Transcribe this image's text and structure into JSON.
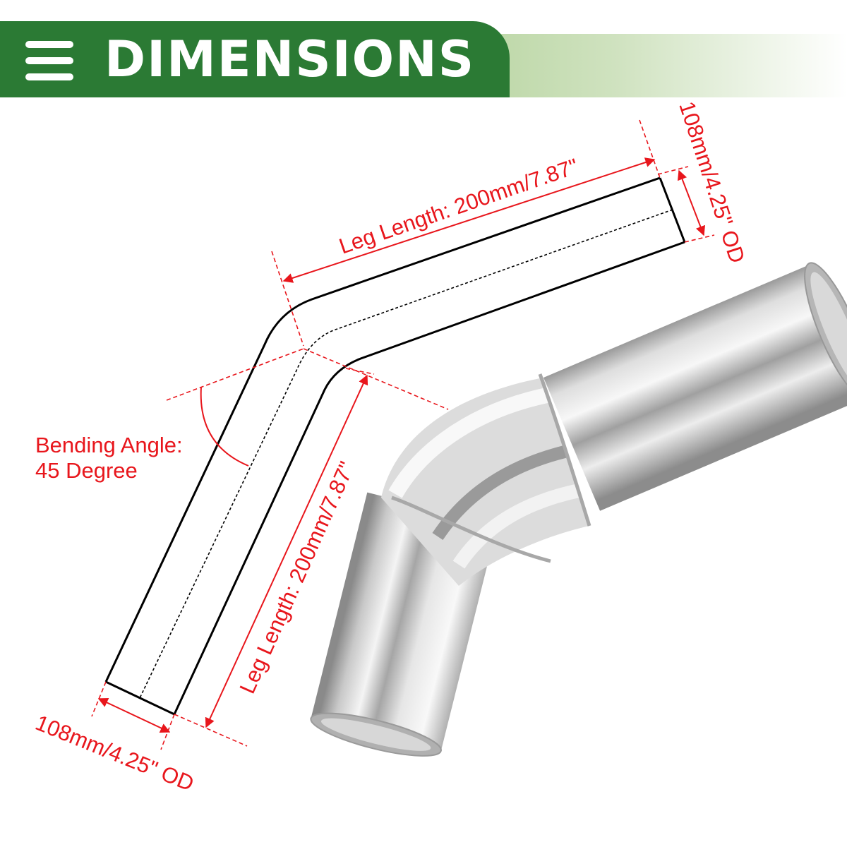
{
  "header": {
    "title": "DIMENSIONS",
    "menu_icon": "hamburger-menu-icon",
    "band_color": "#2b7a34"
  },
  "colors": {
    "dimension_red": "#e8161c",
    "outline_black": "#000000"
  },
  "labels": {
    "leg_length_top": "Leg Length: 200mm/7.87\"",
    "leg_length_bottom": "Leg Length: 200mm/7.87\"",
    "od_top": "108mm/4.25\" OD",
    "od_bottom": "108mm/4.25\" OD",
    "bending_angle_line1": "Bending Angle:",
    "bending_angle_line2": "45 Degree"
  },
  "product": {
    "image_icon": "stainless-steel-45-degree-pipe-elbow"
  }
}
